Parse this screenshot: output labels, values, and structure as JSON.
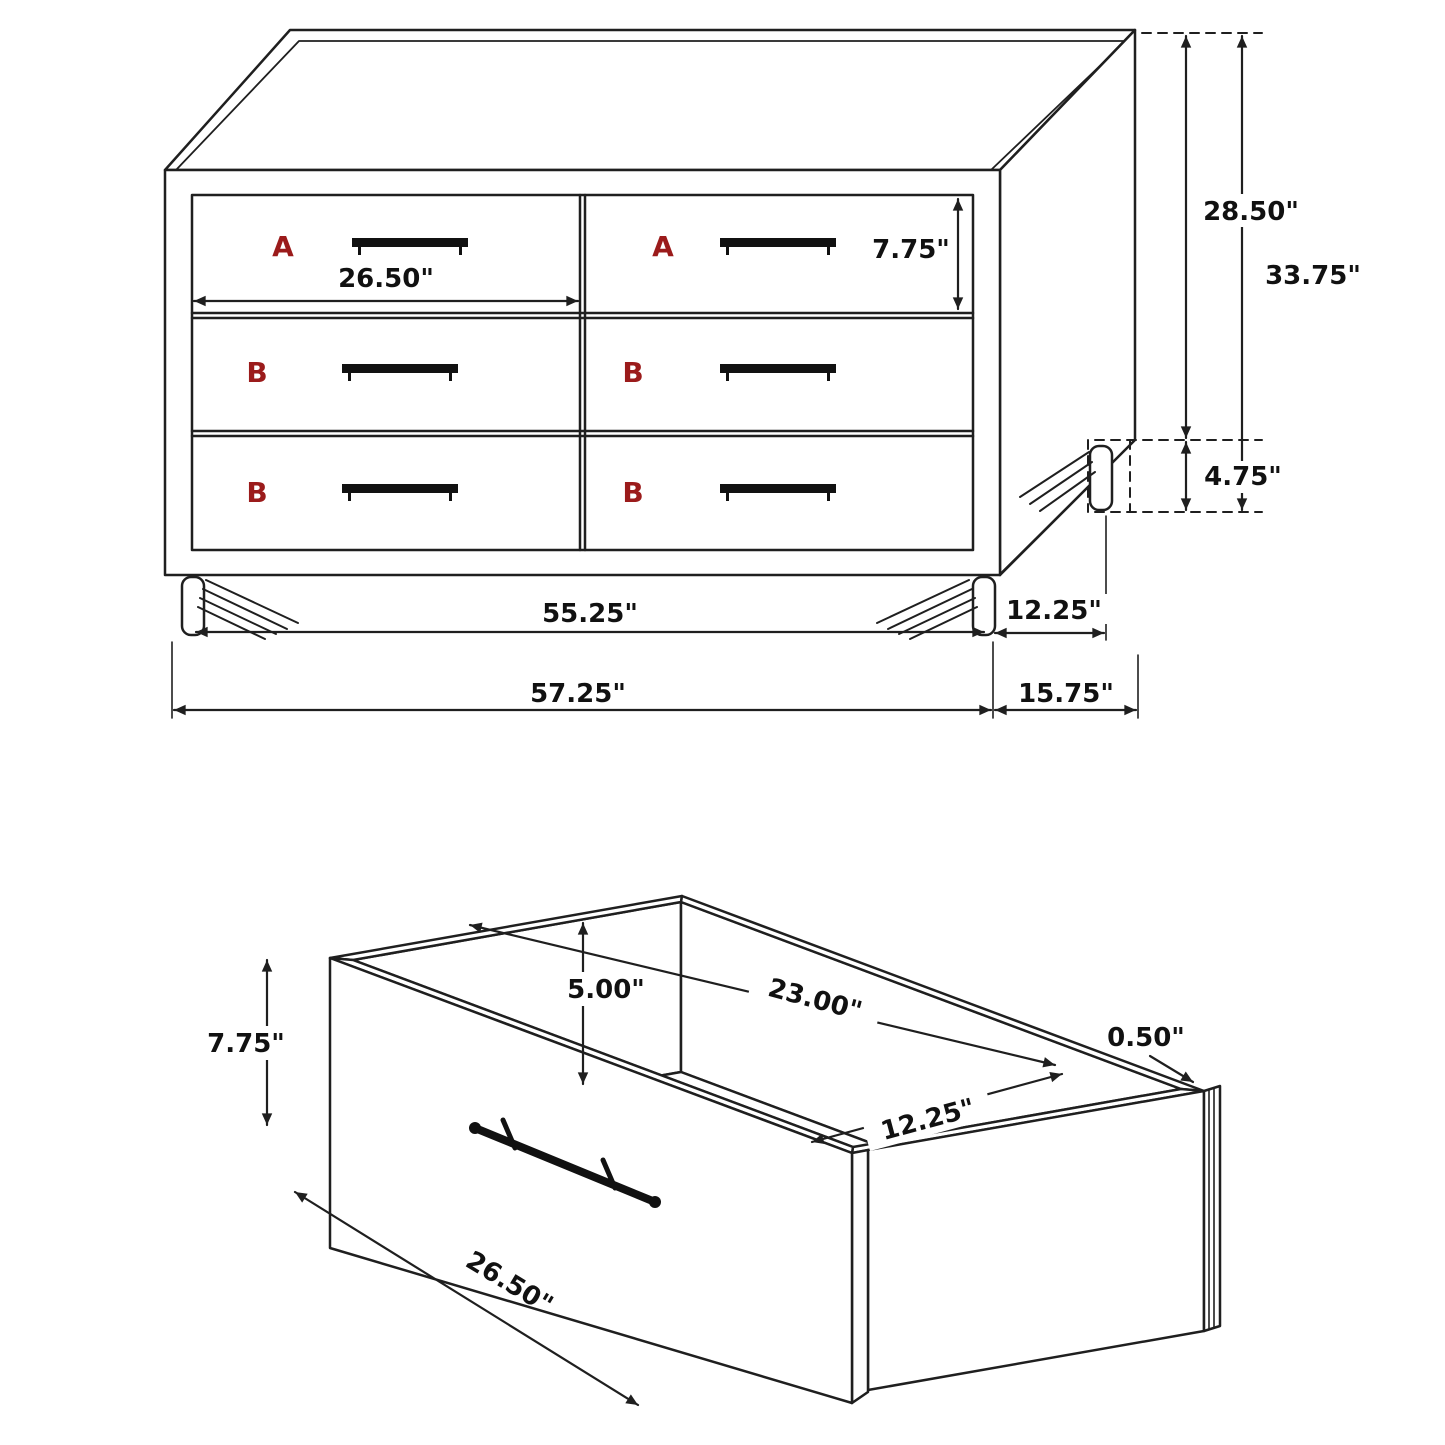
{
  "colors": {
    "line": "#1f1f1f",
    "drawer_letter": "#9b1b1b",
    "dimension_text": "#111111",
    "background": "#ffffff"
  },
  "dresser_view": {
    "drawer_letters": {
      "top_left": "A",
      "top_right": "A",
      "mid_left": "B",
      "mid_right": "B",
      "bot_left": "B",
      "bot_right": "B"
    },
    "dims": {
      "drawer_width": "26.50\"",
      "drawer_front_height": "7.75\"",
      "case_height": "28.50\"",
      "overall_height": "33.75\"",
      "leg_height": "4.75\"",
      "case_width": "55.25\"",
      "case_depth": "12.25\"",
      "overall_width": "57.25\"",
      "overall_depth": "15.75\""
    }
  },
  "drawer_view": {
    "dims": {
      "front_height": "7.75\"",
      "inner_height": "5.00\"",
      "inner_width": "23.00\"",
      "inner_depth": "12.25\"",
      "panel_thickness": "0.50\"",
      "front_width": "26.50\""
    }
  }
}
